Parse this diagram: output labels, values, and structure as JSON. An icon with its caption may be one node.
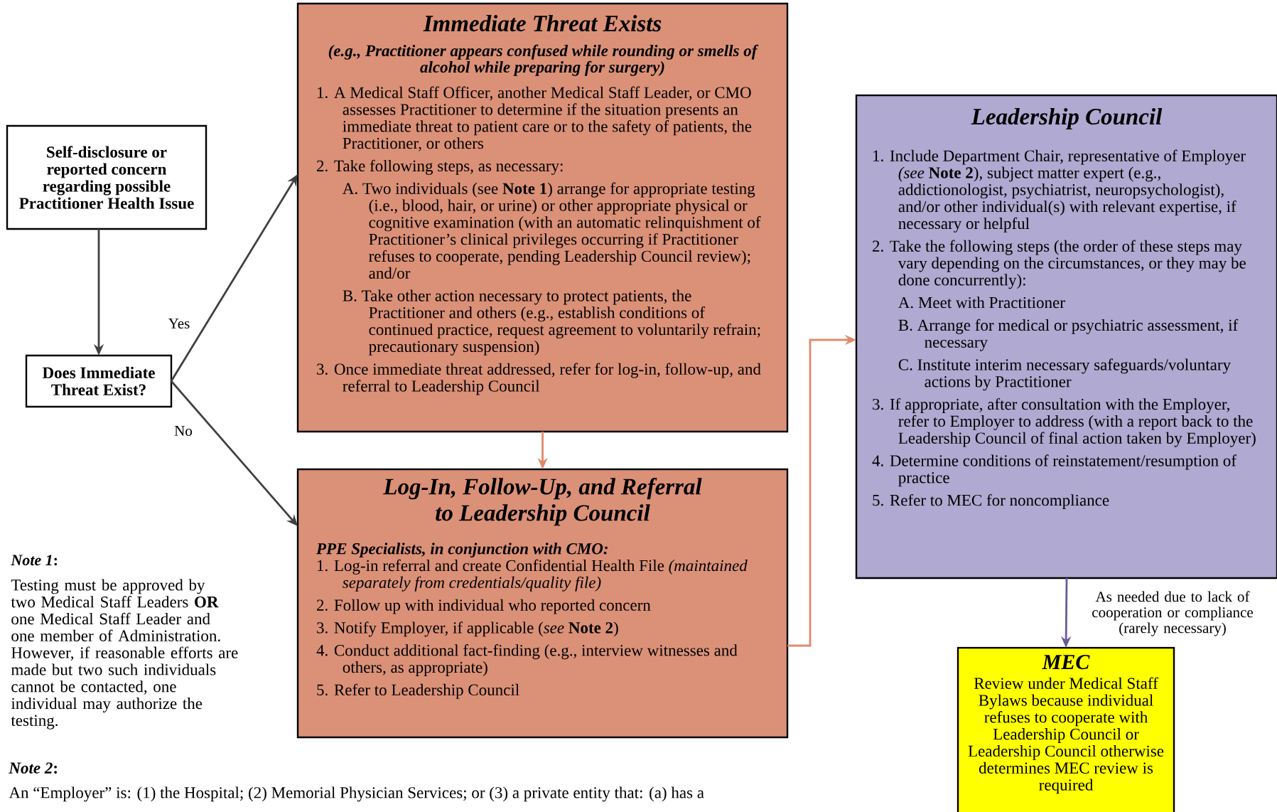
{
  "diagram": {
    "nodes": [
      {
        "text": [
          "Self-disclosure or reported concern regarding possible Practitioner Health Issue"
        ]
      },
      {
        "text": [
          "Does Immediate Threat Exist?"
        ]
      },
      {
        "text": [
          "Immediate Threat Exists",
          "(e.g., Practitioner appears confused while rounding or smells of alcohol while preparing for surgery)",
          "1. A Medical Staff Officer, another Medical Staff Leader, or CMO assesses Practitioner to determine if the situation presents an immediate threat to patient care or to the safety of patients, the Practitioner, or others",
          "2. Take following steps, as necessary:",
          "A. Two individuals (see **Note 1**) arrange for appropriate testing (i.e., blood, hair, or urine) or other appropriate physical or cognitive examination (with an automatic relinquishment of Practitioner’s clinical privileges occurring if Practitioner refuses to cooperate, pending Leadership Council review); and/or",
          "B. Take other action necessary to protect patients, the Practitioner and others (e.g., establish conditions of continued practice, request agreement to voluntarily refrain; precautionary suspension)",
          "3. Once immediate threat addressed, refer for log-in, follow-up, and referral to Leadership Council"
        ]
      },
      {
        "text": [
          "Log-In, Follow-Up, and Referral to Leadership Council",
          "PPE Specialists, in conjunction with CMO:",
          "1. Log-in referral and create Confidential Health File *(maintained separately from credentials/quality file)*",
          "2. Follow up with individual who reported concern",
          "3. Notify Employer, if applicable (*see* **Note 2**)",
          "4. Conduct additional fact-finding (e.g., interview witnesses and others, as appropriate)",
          "5. Refer to Leadership Council"
        ]
      },
      {
        "text": [
          "Leadership Council",
          "1. Include  Department Chair, representative of Employer *(see* **Note 2**), subject matter expert (e.g., addictionologist, psychiatrist, neuropsychologist), and/or other individual(s) with relevant expertise, if necessary or helpful",
          "2. Take the following steps (the order of these steps may vary depending on the circumstances, or they may be done concurrently):",
          "A. Meet with Practitioner",
          "B. Arrange for medical or psychiatric assessment, if necessary",
          "C. Institute interim necessary safeguards/voluntary actions by Practitioner",
          "3. If appropriate, after consultation with the Employer, refer to Employer to address (with a report back to the Leadership Council of final action taken by Employer)",
          "4. Determine conditions of reinstatement/resumption of practice",
          "5. Refer to MEC for noncompliance"
        ]
      },
      {
        "text": [
          "MEC",
          "Review under Medical Staff Bylaws because individual refuses to cooperate with Leadership Council or Leadership Council otherwise determines MEC review is required"
        ]
      }
    ],
    "edges": [
      {
        "from": 0,
        "to": 1,
        "arrow": "to"
      },
      {
        "from": 1,
        "to": 2,
        "arrow": "to",
        "label": "Yes"
      },
      {
        "from": 1,
        "to": 3,
        "arrow": "to",
        "label": "No"
      },
      {
        "from": 2,
        "to": 3,
        "arrow": "to",
        "color": "#e0896b"
      },
      {
        "from": 3,
        "to": 4,
        "arrow": "to",
        "color": "#e0896b"
      },
      {
        "from": 4,
        "to": 5,
        "arrow": "to",
        "color": "#6a5a9a",
        "label": "As needed due to lack of cooperation or compliance (rarely necessary)"
      }
    ],
    "labels": [
      "*Note 1*:",
      "Testing must be approved by two Medical Staff Leaders **OR** one Medical Staff Leader and one member of Administration. However, if reasonable efforts are made but two such individuals cannot be contacted, one individual may authorize the testing.",
      "*Note 2*:",
      "An “Employer” is: (1)  the Hospital; (2) Memorial Physician Services; or (3) a private entity that:  (a) has a"
    ]
  }
}
